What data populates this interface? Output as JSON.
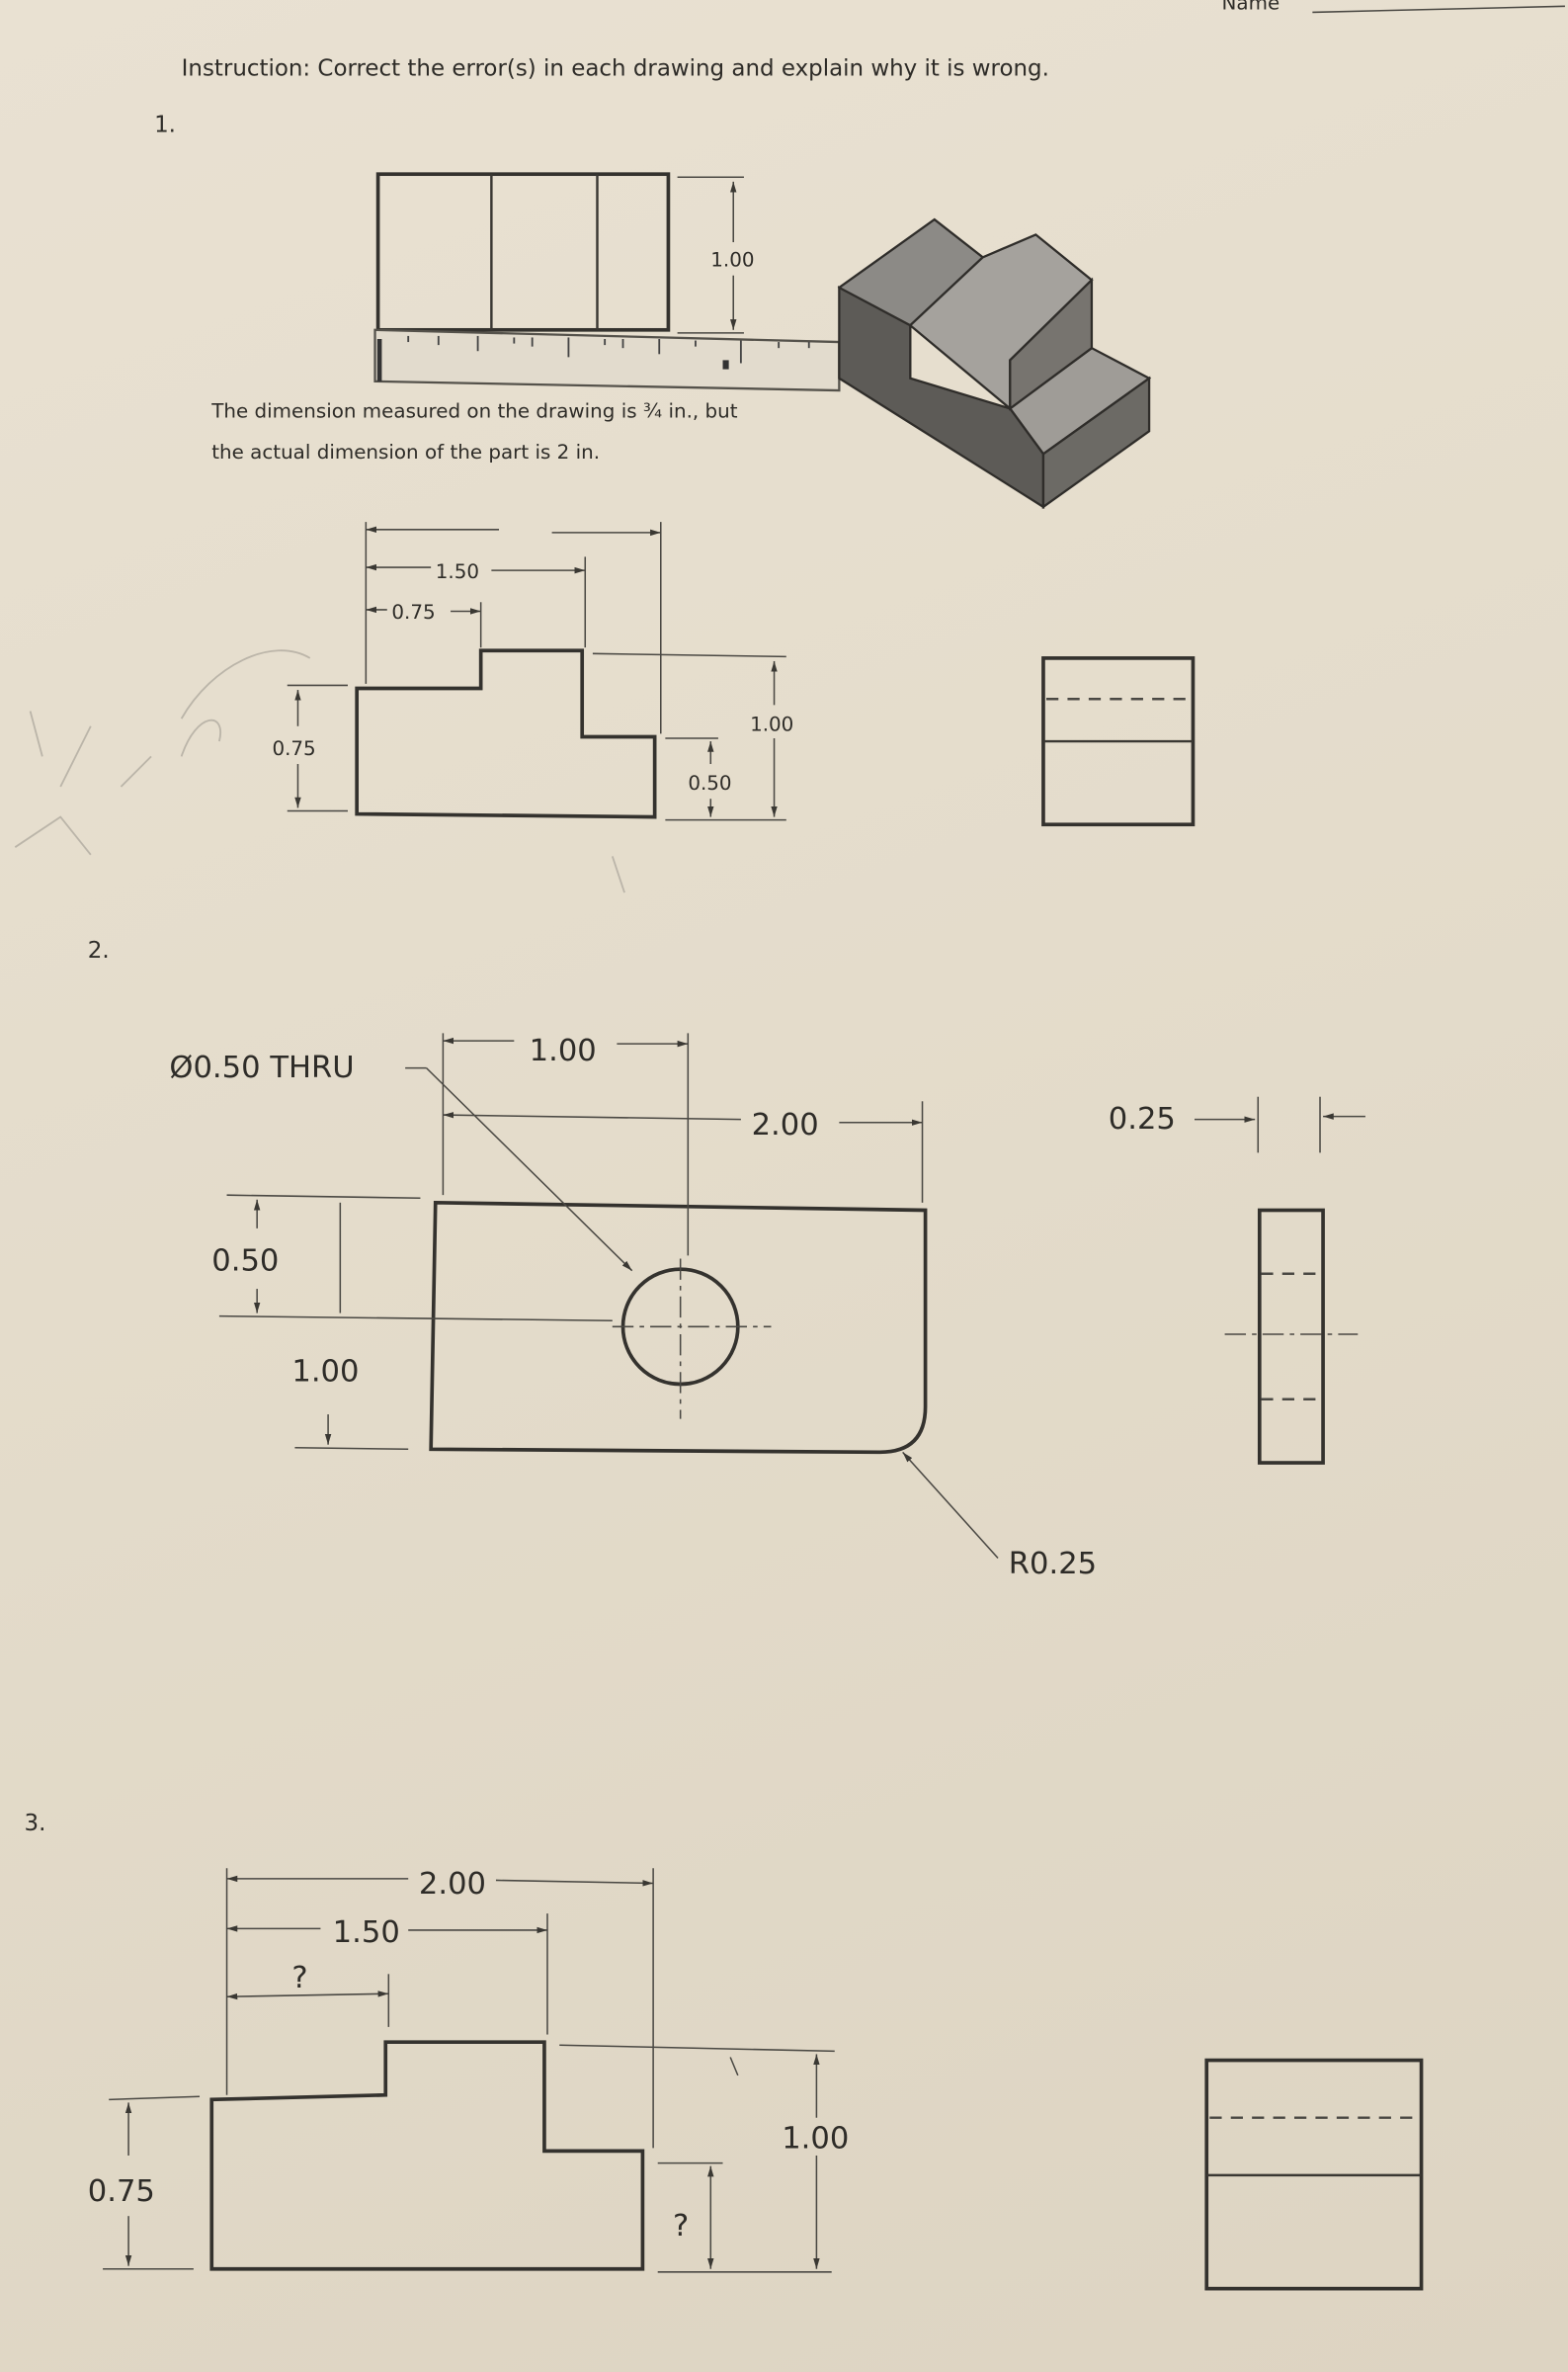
{
  "header": {
    "name_label": "Name",
    "instruction": "Instruction: Correct the error(s) in each drawing and explain why it is wrong."
  },
  "problem1": {
    "number": "1.",
    "example_dimension": "1.00",
    "caption_line1": "The dimension measured on the drawing is ¾ in., but",
    "caption_line2": "the actual dimension of the part is 2 in.",
    "dims": {
      "top_overall": "",
      "width_1": "1.50",
      "width_2": "0.75",
      "left_height": "0.75",
      "right_height": "1.00",
      "step_height": "0.50"
    }
  },
  "problem2": {
    "number": "2.",
    "hole_callout": "Ø0.50 THRU",
    "dims": {
      "hole_x": "1.00",
      "overall_width": "2.00",
      "top_offset": "0.50",
      "lower_height": "1.00",
      "radius": "R0.25",
      "side_thickness": "0.25"
    }
  },
  "problem3": {
    "number": "3.",
    "dims": {
      "overall_width": "2.00",
      "width_1": "1.50",
      "width_2": "?",
      "left_height": "0.75",
      "right_height": "1.00",
      "step_height": "?"
    }
  }
}
